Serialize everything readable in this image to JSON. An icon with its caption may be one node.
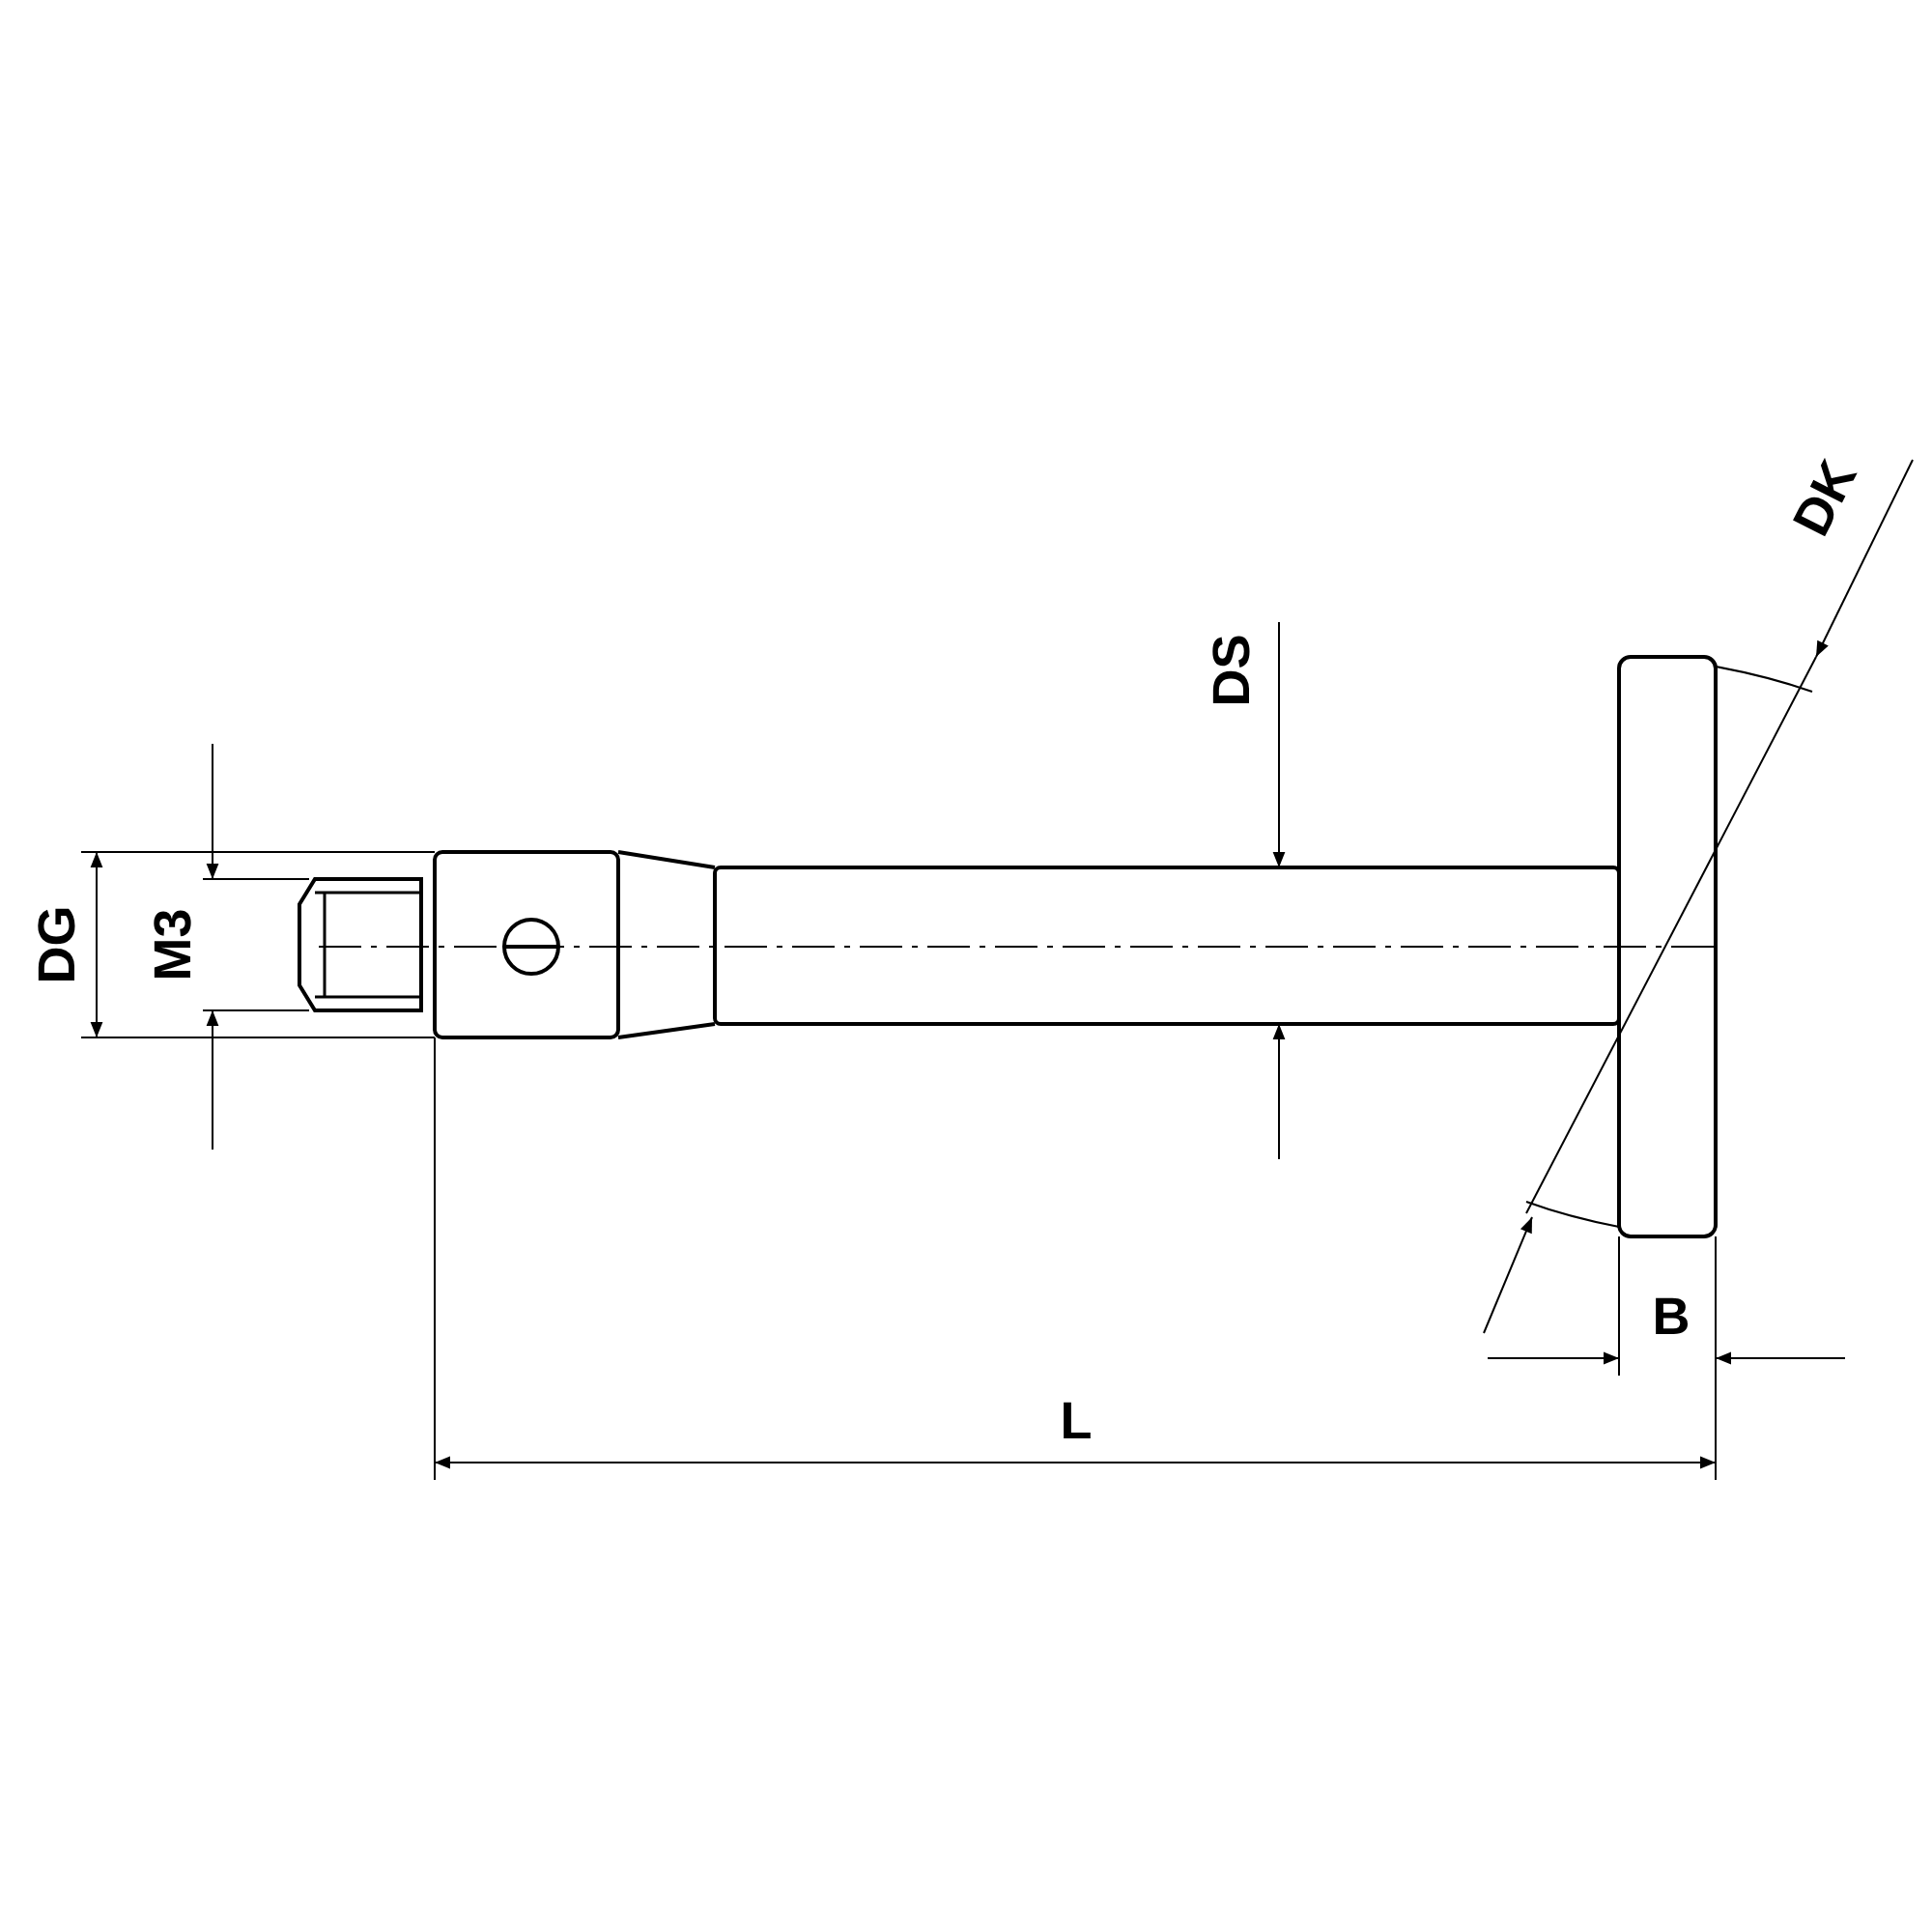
{
  "diagram": {
    "labels": [
      "DK",
      "DS",
      "DG",
      "M3",
      "B",
      "L"
    ]
  }
}
